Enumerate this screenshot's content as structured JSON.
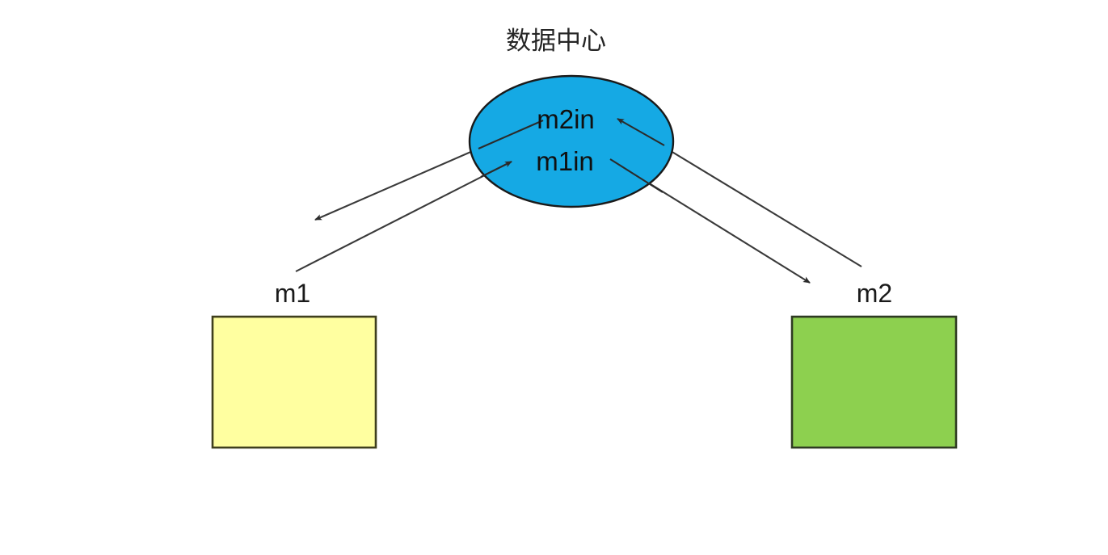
{
  "diagram": {
    "title": "数据中心",
    "nodes": [
      {
        "id": "datacenter",
        "label": "数据中心",
        "shape": "ellipse",
        "fill": "#15a9e4",
        "stroke": "#1a1a1a",
        "ports": [
          {
            "id": "m2in",
            "label": "m2in"
          },
          {
            "id": "m1in",
            "label": "m1in"
          }
        ]
      },
      {
        "id": "m1",
        "label": "m1",
        "shape": "rectangle",
        "fill": "#ffffa0",
        "stroke": "#40401c"
      },
      {
        "id": "m2",
        "label": "m2",
        "shape": "rectangle",
        "fill": "#8dd04f",
        "stroke": "#2c3a20"
      }
    ],
    "edges": [
      {
        "id": "edge-center-to-m1-side",
        "from": "datacenter",
        "to": "m1-left",
        "direction": "outgoing",
        "arrow": "end"
      },
      {
        "id": "edge-m1-to-m1in",
        "from": "m1",
        "to": "m1in",
        "direction": "incoming",
        "arrow": "end"
      },
      {
        "id": "edge-m2-to-m2in",
        "from": "m2",
        "to": "m2in",
        "direction": "incoming",
        "arrow": "end"
      },
      {
        "id": "edge-center-to-m2",
        "from": "datacenter",
        "to": "m2",
        "direction": "outgoing",
        "arrow": "end"
      }
    ],
    "edge_color": "#3a3a3a"
  }
}
